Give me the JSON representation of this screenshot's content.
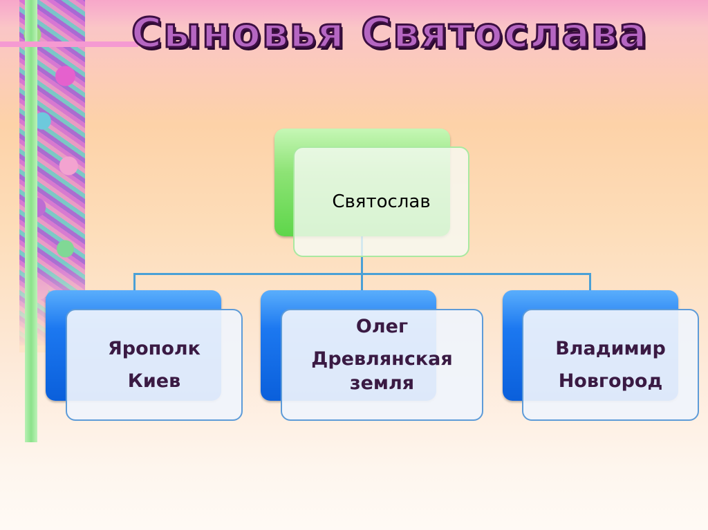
{
  "title": "Сыновья Святослава",
  "root": {
    "label": "Святослав"
  },
  "children": [
    {
      "line1": "Ярополк",
      "line2": "Киев"
    },
    {
      "line1": "Олег",
      "line2": "Древлянская",
      "line3": "земля"
    },
    {
      "line1": "Владимир",
      "line2": "Новгород"
    }
  ],
  "colors": {
    "title_fill": "#b566c2",
    "title_outline": "#3d0f43",
    "root_shape": "#5ed64a",
    "child_shape": "#0a5fdb",
    "connector": "#4aa0d6",
    "text": "#3a1a43"
  }
}
